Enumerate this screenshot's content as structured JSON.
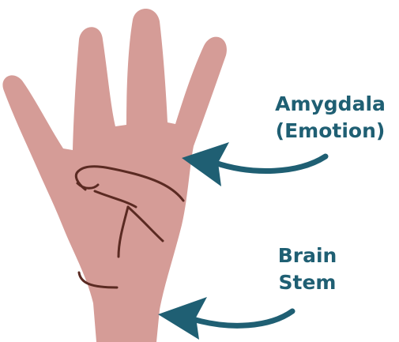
{
  "colors": {
    "skin": "#d59c97",
    "line": "#5a2a22",
    "accent": "#1f5f73"
  },
  "labels": {
    "amygdala": {
      "line1": "Amygdala",
      "line2": "(Emotion)"
    },
    "brainstem": {
      "line1": "Brain",
      "line2": "Stem"
    }
  }
}
